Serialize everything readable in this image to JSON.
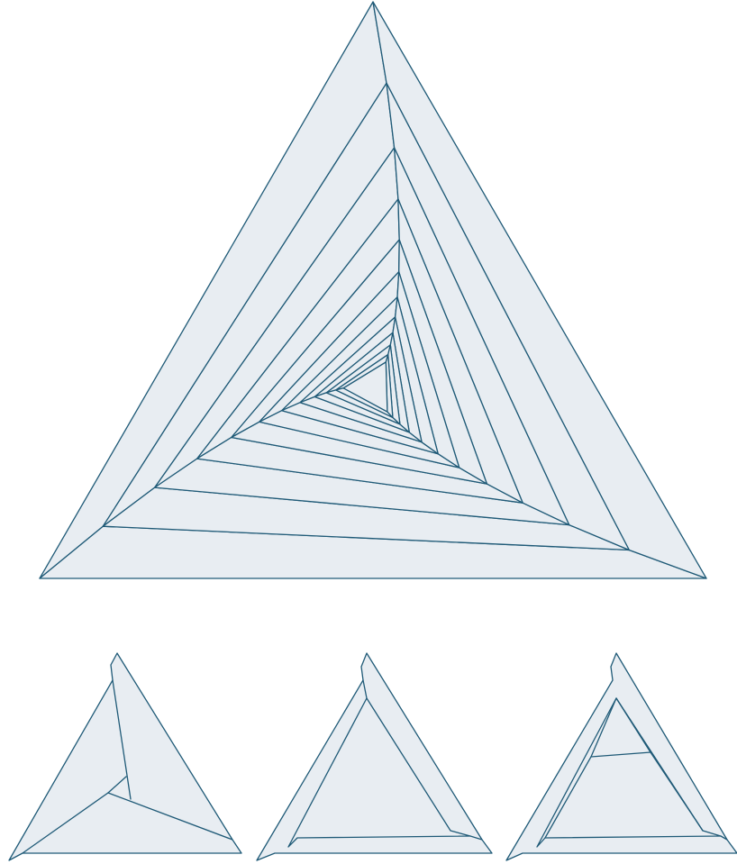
{
  "figure": {
    "fill_color": "#e8edf2",
    "stroke_color": "#1f5a77",
    "background": "#ffffff"
  },
  "diagrams": [
    {
      "name": "nested-triangle-spiral",
      "rings": 11
    },
    {
      "name": "triangle-step-1"
    },
    {
      "name": "triangle-step-2"
    },
    {
      "name": "triangle-step-3"
    }
  ]
}
